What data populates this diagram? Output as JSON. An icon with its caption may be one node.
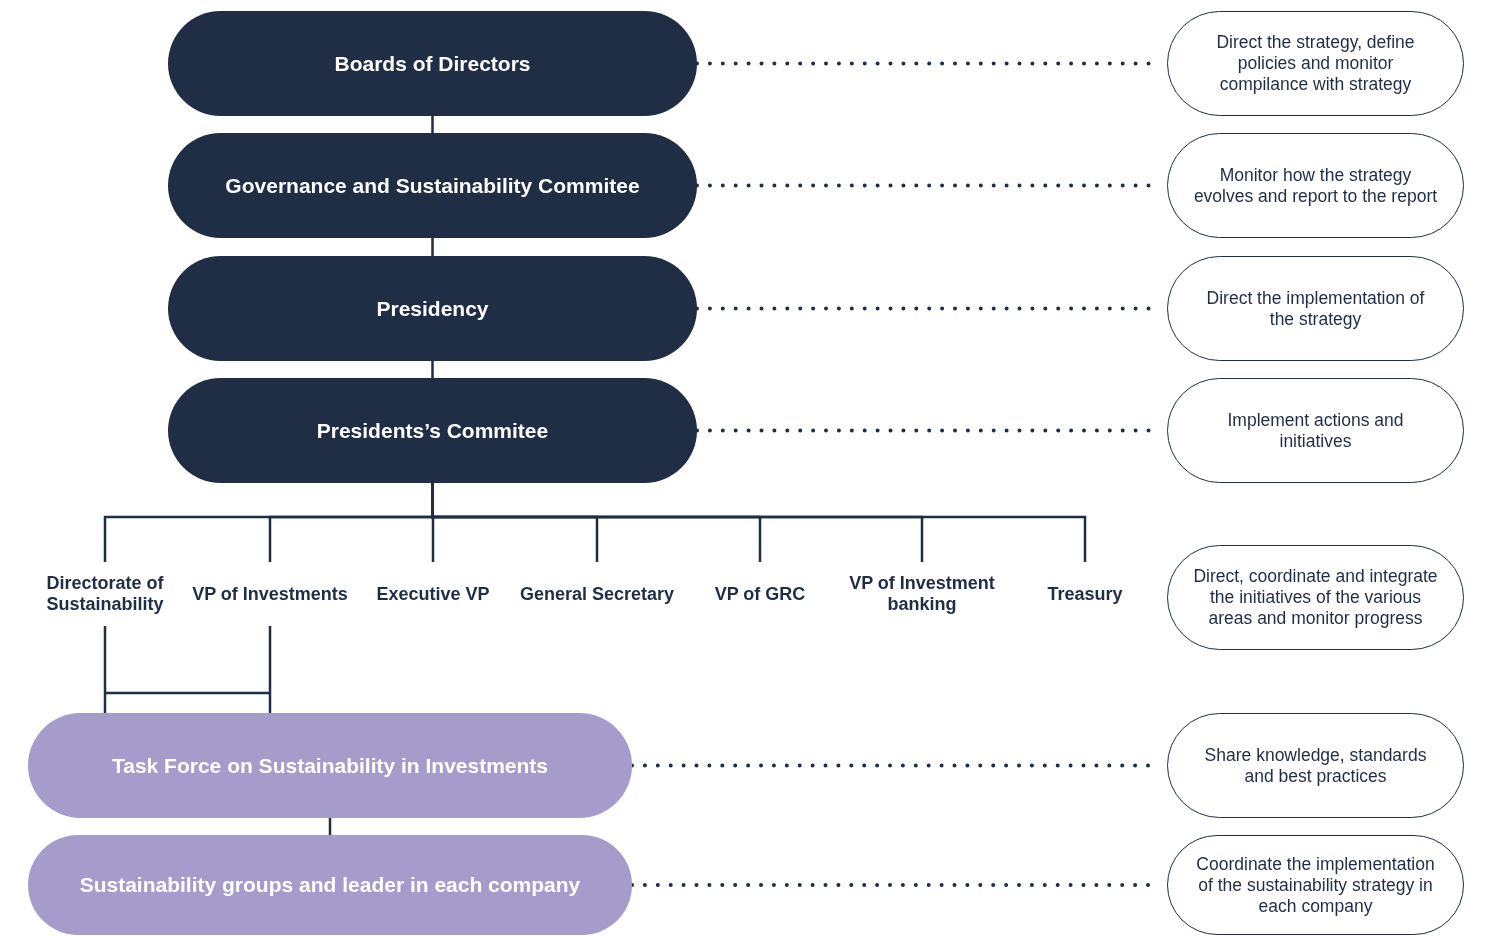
{
  "diagram": {
    "nodes": [
      {
        "text": [
          "Boards of Directors"
        ]
      },
      {
        "text": [
          "Governance and Sustainability Commitee"
        ]
      },
      {
        "text": [
          "Presidency"
        ]
      },
      {
        "text": [
          "Presidents’s Commitee"
        ]
      },
      {
        "text": [
          "Directorate of Sustainability"
        ]
      },
      {
        "text": [
          "VP of Investments"
        ]
      },
      {
        "text": [
          "Executive VP"
        ]
      },
      {
        "text": [
          "General Secretary"
        ]
      },
      {
        "text": [
          "VP of GRC"
        ]
      },
      {
        "text": [
          "VP of Investment banking"
        ]
      },
      {
        "text": [
          "Treasury"
        ]
      },
      {
        "text": [
          "Task Force on Sustainability in Investments"
        ]
      },
      {
        "text": [
          "Sustainability groups and leader in each company"
        ]
      },
      {
        "text": [
          "Direct the strategy, define policies and monitor compilance with strategy"
        ]
      },
      {
        "text": [
          "Monitor how the strategy evolves and report to the report"
        ]
      },
      {
        "text": [
          "Direct the implementation of the strategy"
        ]
      },
      {
        "text": [
          "Implement actions and initiatives"
        ]
      },
      {
        "text": [
          "Direct, coordinate and integrate the initiatives of the various areas and monitor progress"
        ]
      },
      {
        "text": [
          "Share knowledge, standards and best practices"
        ]
      },
      {
        "text": [
          "Coordinate the implementation of the sustainability strategy in each company"
        ]
      }
    ],
    "edges": [
      {
        "from": 0,
        "to": 1,
        "arrow": "none"
      },
      {
        "from": 1,
        "to": 2,
        "arrow": "none"
      },
      {
        "from": 2,
        "to": 3,
        "arrow": "none"
      },
      {
        "from": 3,
        "to": 4,
        "arrow": "none"
      },
      {
        "from": 3,
        "to": 5,
        "arrow": "none"
      },
      {
        "from": 3,
        "to": 6,
        "arrow": "none"
      },
      {
        "from": 3,
        "to": 7,
        "arrow": "none"
      },
      {
        "from": 3,
        "to": 8,
        "arrow": "none"
      },
      {
        "from": 3,
        "to": 9,
        "arrow": "none"
      },
      {
        "from": 3,
        "to": 10,
        "arrow": "none"
      },
      {
        "from": 4,
        "to": 11,
        "arrow": "none"
      },
      {
        "from": 5,
        "to": 11,
        "arrow": "none"
      },
      {
        "from": 11,
        "to": 12,
        "arrow": "none"
      },
      {
        "from": 0,
        "to": 13,
        "arrow": "none",
        "style": "dashed"
      },
      {
        "from": 1,
        "to": 14,
        "arrow": "none",
        "style": "dashed"
      },
      {
        "from": 2,
        "to": 15,
        "arrow": "none",
        "style": "dashed"
      },
      {
        "from": 3,
        "to": 16,
        "arrow": "none",
        "style": "dashed"
      },
      {
        "from": 11,
        "to": 18,
        "arrow": "none",
        "style": "dashed"
      },
      {
        "from": 12,
        "to": 19,
        "arrow": "none",
        "style": "dashed"
      }
    ]
  }
}
